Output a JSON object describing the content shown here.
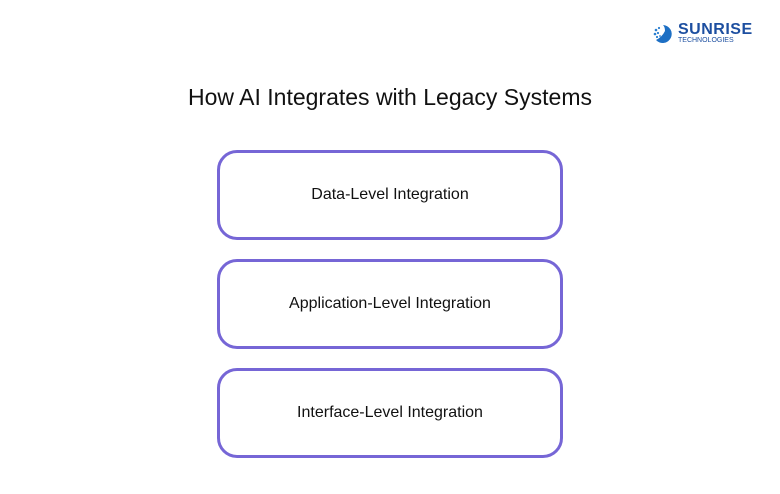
{
  "logo": {
    "name": "SUNRISE",
    "sub": "TECHNOLOGIES"
  },
  "title": "How AI Integrates with Legacy Systems",
  "boxes": [
    {
      "label": "Data-Level Integration"
    },
    {
      "label": "Application-Level Integration"
    },
    {
      "label": "Interface-Level Integration"
    }
  ],
  "colors": {
    "border": "#7666d6",
    "brand": "#1d4fa0"
  }
}
